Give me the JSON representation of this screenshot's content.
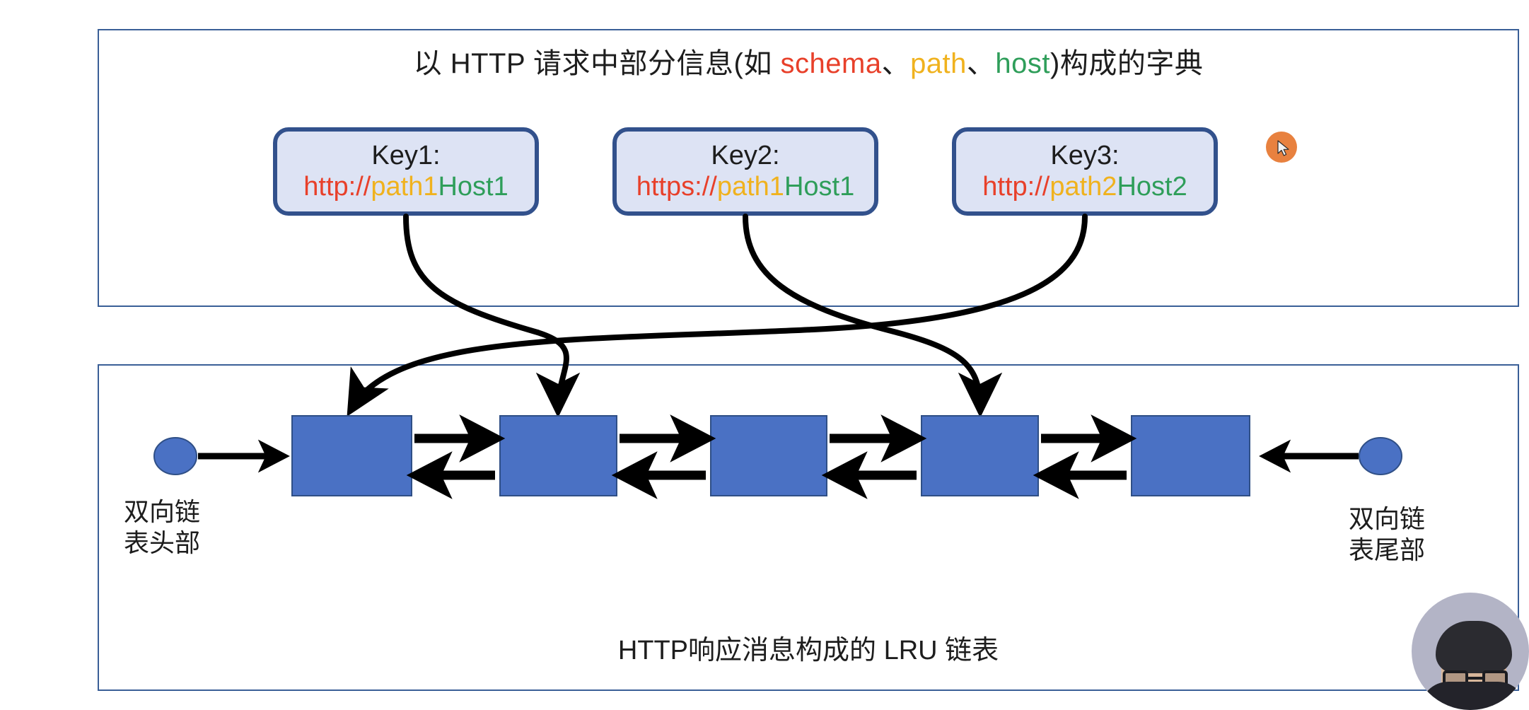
{
  "slide": {
    "background_color": "#ffffff",
    "panel_border_color": "#3a5f97"
  },
  "dictionary_panel": {
    "title_parts": {
      "lead": "以 HTTP 请求中部分信息(如 ",
      "schema": "schema",
      "sep1": "、",
      "path": "path",
      "sep2": "、",
      "host": "host",
      "tail": ")构成的字典"
    },
    "colors": {
      "schema": "#e8402a",
      "path": "#f0b21e",
      "host": "#2f9e5a",
      "plain": "#1d1d1d",
      "box_fill": "#dde3f4",
      "box_border": "#32518c"
    },
    "keys": [
      {
        "name": "Key1:",
        "scheme": "http://",
        "path": "path1",
        "host": "Host1"
      },
      {
        "name": "Key2:",
        "scheme": "https://",
        "path": "path1",
        "host": "Host1"
      },
      {
        "name": "Key3:",
        "scheme": "http://",
        "path": "path2",
        "host": "Host2"
      }
    ]
  },
  "lru_panel": {
    "head_label": "双向链\n表头部",
    "tail_label": "双向链\n表尾部",
    "caption": "HTTP响应消息构成的 LRU 链表",
    "node_fill": "#4a71c4",
    "node_stroke": "#2f4f86",
    "arrow_color": "#000000",
    "node_count": 5,
    "nodes": [
      {
        "index": 1,
        "has_incoming_key_arrow": true,
        "from_key": "Key3"
      },
      {
        "index": 2,
        "has_incoming_key_arrow": true,
        "from_key": "Key1"
      },
      {
        "index": 3,
        "has_incoming_key_arrow": false,
        "from_key": ""
      },
      {
        "index": 4,
        "has_incoming_key_arrow": true,
        "from_key": "Key2"
      },
      {
        "index": 5,
        "has_incoming_key_arrow": false,
        "from_key": ""
      }
    ]
  },
  "cursor": {
    "highlight_color": "#e8813f",
    "icon": "mouse-pointer"
  },
  "webcam": {
    "background_color": "#b3b4c6"
  }
}
